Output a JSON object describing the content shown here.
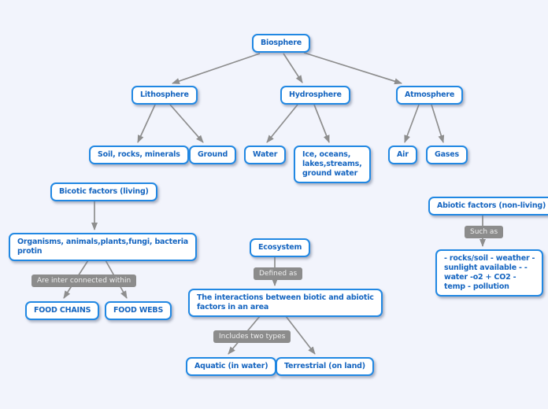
{
  "colors": {
    "background": "#f2f4fc",
    "node_border": "#2188e3",
    "node_text": "#1565c0",
    "node_fill": "#ffffff",
    "connector": "#8e8e8e",
    "edge_label_fill": "#8c8c8c",
    "edge_label_text": "#efefef"
  },
  "nodes": {
    "biosphere": "Biosphere",
    "lithosphere": "Lithosphere",
    "hydrosphere": "Hydrosphere",
    "atmosphere": "Atmosphere",
    "soil": "Soil, rocks, minerals",
    "ground": "Ground",
    "water": "Water",
    "ice": "Ice, oceans,\nlakes,streams,\nground water",
    "air": "Air",
    "gases": "Gases",
    "biotic": "Bicotic factors (living)",
    "organisms": "Organisms, animals,plants,fungi, bacteria\nprotin",
    "food_chains": "FOOD CHAINS",
    "food_webs": "FOOD WEBS",
    "ecosystem": "Ecosystem",
    "interactions": "The interactions between biotic and abiotic\nfactors in an area",
    "aquatic": "Aquatic (in water)",
    "terrestrial": "Terrestrial (on land)",
    "abiotic": "Abiotic factors (non-living)",
    "abiotic_examples": "- rocks/soil - weather -\nsunlight available - -\nwater -o2 + CO2 -\ntemp - pollution"
  },
  "edge_labels": {
    "interconnected": "Are inter connected within",
    "defined_as": "Defined as",
    "includes_two_types": "Includes two types",
    "such_as": "Such as"
  }
}
